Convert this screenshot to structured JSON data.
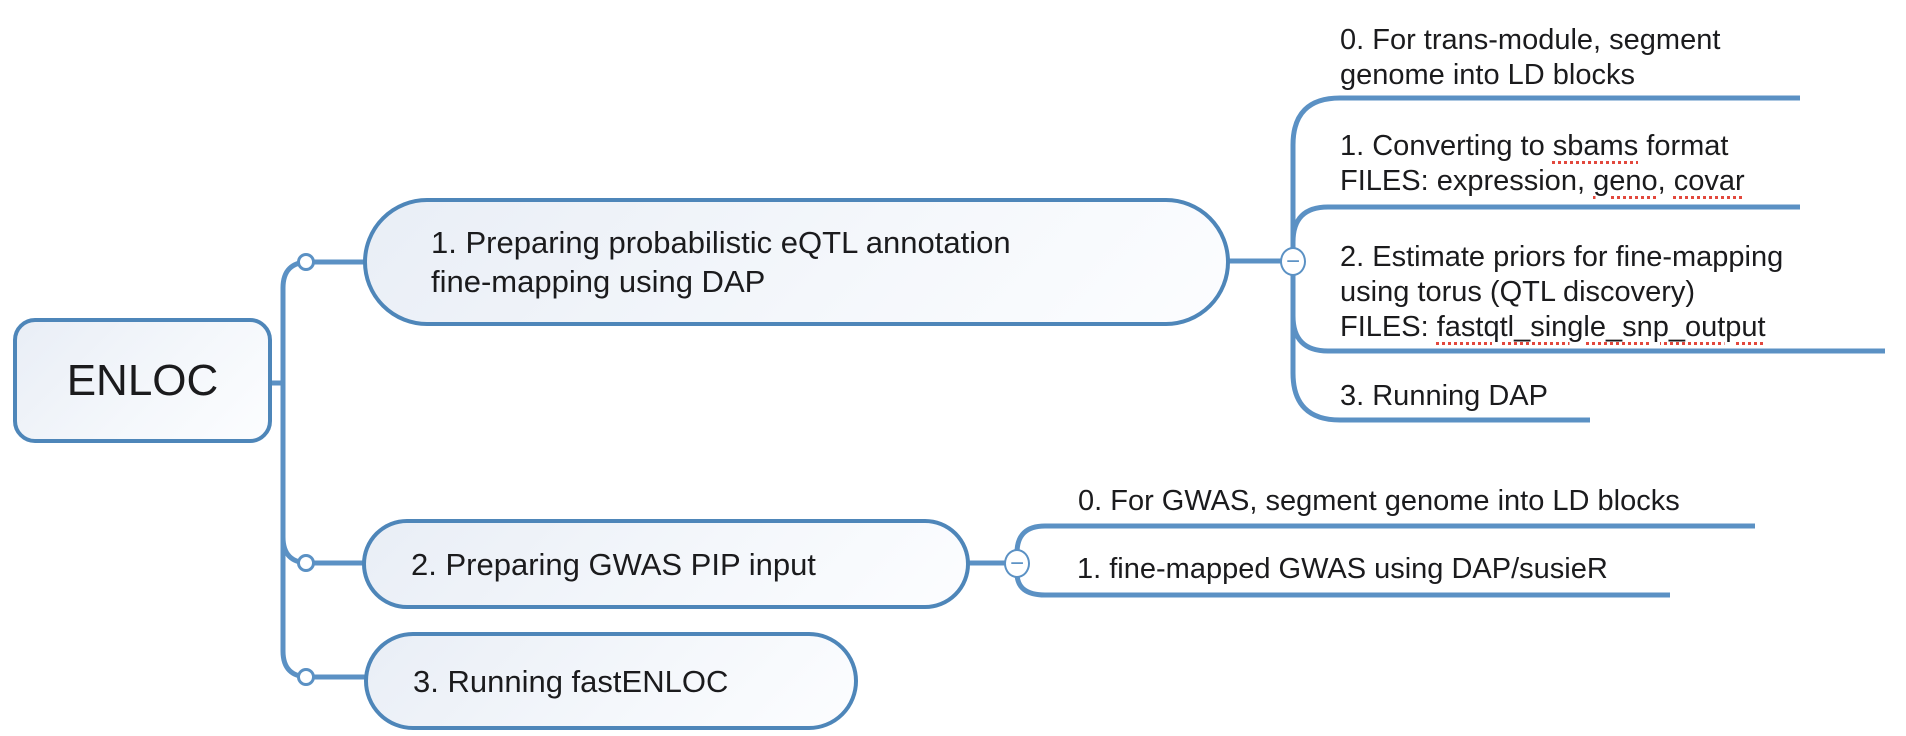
{
  "colors": {
    "line-blue": "#5b91c4",
    "border-blue": "#4e86b9",
    "node-fill-top": "#e9eef6",
    "node-fill-bottom": "#fcfdff",
    "text": "#1b1b1d",
    "squiggle-red": "#e2483d"
  },
  "root": {
    "label": "ENLOC"
  },
  "branches": [
    {
      "label": "1. Preparing probabilistic eQTL annotation\nfine-mapping using DAP",
      "collapse_glyph": "−",
      "children": [
        {
          "lines": [
            {
              "segments": [
                {
                  "text": "0. For trans-module, segment"
                }
              ]
            },
            {
              "segments": [
                {
                  "text": "genome into LD blocks"
                }
              ]
            }
          ]
        },
        {
          "lines": [
            {
              "segments": [
                {
                  "text": "1. Converting to "
                },
                {
                  "text": "sbams",
                  "misspelled": true
                },
                {
                  "text": " format"
                }
              ]
            },
            {
              "segments": [
                {
                  "text": "FILES: expression, "
                },
                {
                  "text": "geno",
                  "misspelled": true
                },
                {
                  "text": ", "
                },
                {
                  "text": "covar",
                  "misspelled": true
                }
              ]
            }
          ]
        },
        {
          "lines": [
            {
              "segments": [
                {
                  "text": "2. Estimate priors for fine-mapping"
                }
              ]
            },
            {
              "segments": [
                {
                  "text": "using torus (QTL discovery)"
                }
              ]
            },
            {
              "segments": [
                {
                  "text": "FILES: "
                },
                {
                  "text": "fastqtl_single_snp_output",
                  "misspelled": true
                }
              ]
            }
          ]
        },
        {
          "lines": [
            {
              "segments": [
                {
                  "text": "3. Running DAP"
                }
              ]
            }
          ]
        }
      ]
    },
    {
      "label": "2. Preparing GWAS PIP input",
      "collapse_glyph": "−",
      "children": [
        {
          "lines": [
            {
              "segments": [
                {
                  "text": "0. For GWAS, segment genome into LD blocks"
                }
              ]
            }
          ]
        },
        {
          "lines": [
            {
              "segments": [
                {
                  "text": "1. fine-mapped GWAS using DAP/susieR"
                }
              ]
            }
          ]
        }
      ]
    },
    {
      "label": "3. Running fastENLOC",
      "children": []
    }
  ]
}
